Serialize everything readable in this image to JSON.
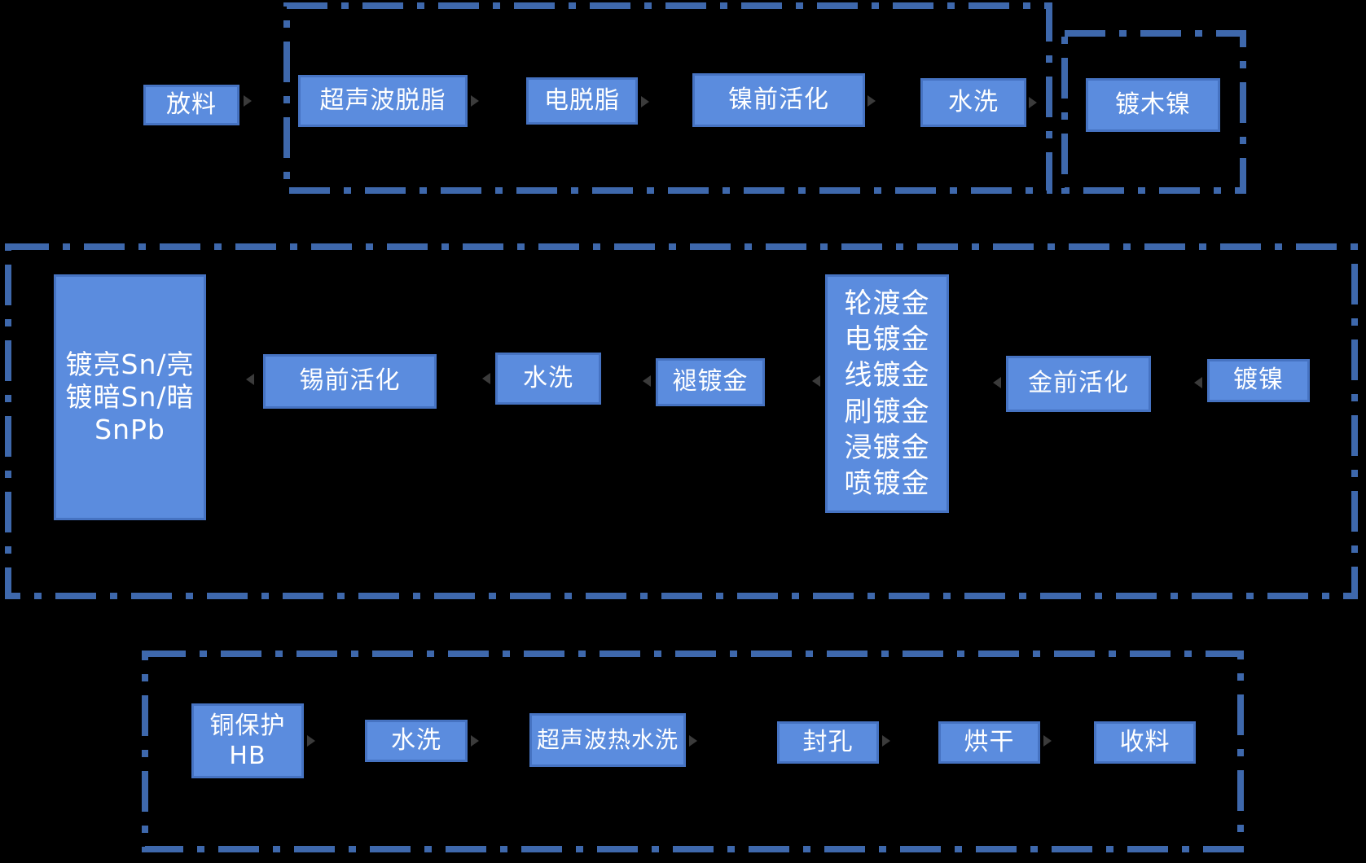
{
  "colors": {
    "background": "#000000",
    "node_fill": "#5B8CDE",
    "node_border": "#4673C2",
    "group_dash": "#3E68AC",
    "node_text": "#FFFFFF",
    "arrow": "#3b3b3b"
  },
  "flow": {
    "top_row_direction": "right",
    "middle_row_direction": "left",
    "bottom_row_direction": "right"
  },
  "nodes": {
    "fangliao": {
      "label": "放料"
    },
    "chaoshengbo_tuozhi": {
      "label": "超声波脱脂"
    },
    "dian_tuozhi": {
      "label": "电脱脂"
    },
    "nie_qian_huohua": {
      "label": "镍前活化"
    },
    "shuixi_top": {
      "label": "水洗"
    },
    "du_mu_nie": {
      "label": "镀木镍"
    },
    "du_sn": {
      "label": "镀亮Sn/亮\n镀暗Sn/暗\nSnPb"
    },
    "xi_qian_huohua": {
      "label": "锡前活化"
    },
    "shuixi_mid": {
      "label": "水洗"
    },
    "tui_du_jin": {
      "label": "褪镀金"
    },
    "du_jin_group": {
      "label": "轮渡金\n电镀金\n线镀金\n刷镀金\n浸镀金\n喷镀金"
    },
    "jin_qian_huohua": {
      "label": "金前活化"
    },
    "du_nie": {
      "label": "镀镍"
    },
    "tong_baohu": {
      "label": "铜保护\nHB"
    },
    "shuixi_bottom": {
      "label": "水洗"
    },
    "chaoshengbo_reshuixi": {
      "label": "超声波热水洗"
    },
    "fengkong": {
      "label": "封孔"
    },
    "honggan": {
      "label": "烘干"
    },
    "shouliao": {
      "label": "收料"
    }
  }
}
